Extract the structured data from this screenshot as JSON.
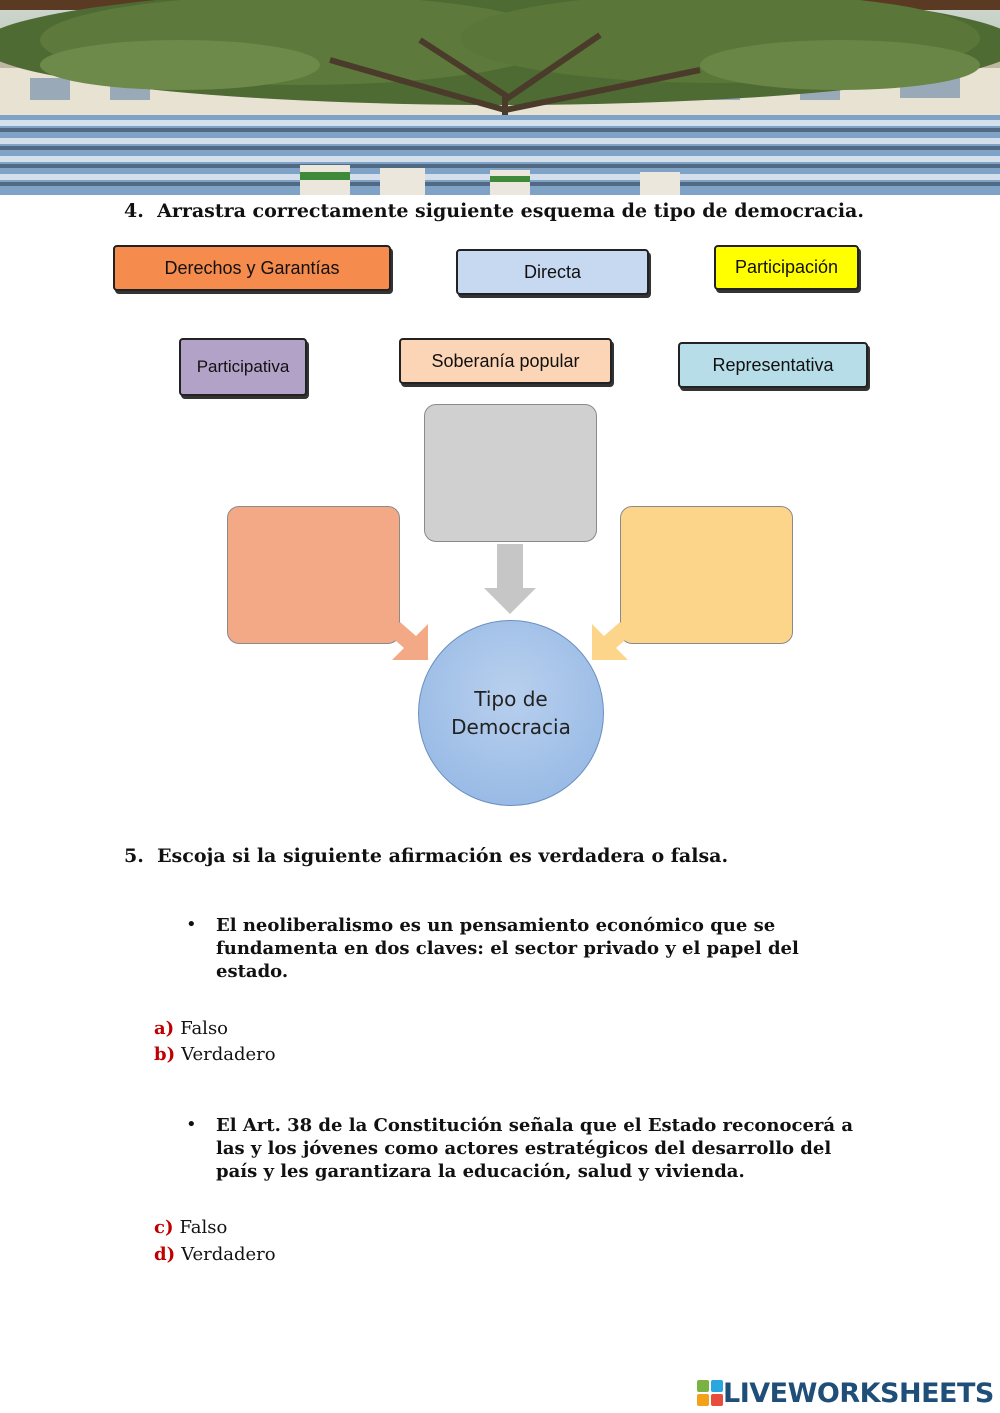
{
  "banner": {
    "photo_icon": "school-courtyard-photo"
  },
  "question4": {
    "number": "4.",
    "title": "Arrastra correctamente siguiente esquema de tipo de democracia.",
    "chips": [
      {
        "label": "Derechos y Garantías",
        "color": "#f58b4c"
      },
      {
        "label": "Directa",
        "color": "#c6d9f1"
      },
      {
        "label": "Participación",
        "color": "#ffff00"
      },
      {
        "label": "Participativa",
        "color": "#b3a2c7"
      },
      {
        "label": "Soberanía popular",
        "color": "#fbd5b5"
      },
      {
        "label": "Representativa",
        "color": "#b7dde8"
      }
    ],
    "diagram": {
      "center_line1": "Tipo de",
      "center_line2": "Democracia",
      "box_colors": {
        "top": "#d0d0d0",
        "left": "#f4a986",
        "right": "#fdd58a"
      }
    }
  },
  "question5": {
    "number": "5.",
    "title": "Escoja si la siguiente afirmación es verdadera o falsa.",
    "statements": [
      {
        "text": "El neoliberalismo es un pensamiento económico que se fundamenta en dos claves: el sector privado y el papel del estado.",
        "options": [
          {
            "letter": "a)",
            "label": "Falso"
          },
          {
            "letter": "b)",
            "label": "Verdadero"
          }
        ]
      },
      {
        "text": "El Art. 38 de la Constitución señala que  el Estado reconocerá a las y los jóvenes como actores estratégicos del desarrollo del país y les garantizara la educación, salud y vivienda.",
        "options": [
          {
            "letter": "c)",
            "label": "Falso"
          },
          {
            "letter": "d)",
            "label": "Verdadero"
          }
        ]
      }
    ]
  },
  "footer": {
    "brand": "LIVEWORKSHEETS"
  }
}
